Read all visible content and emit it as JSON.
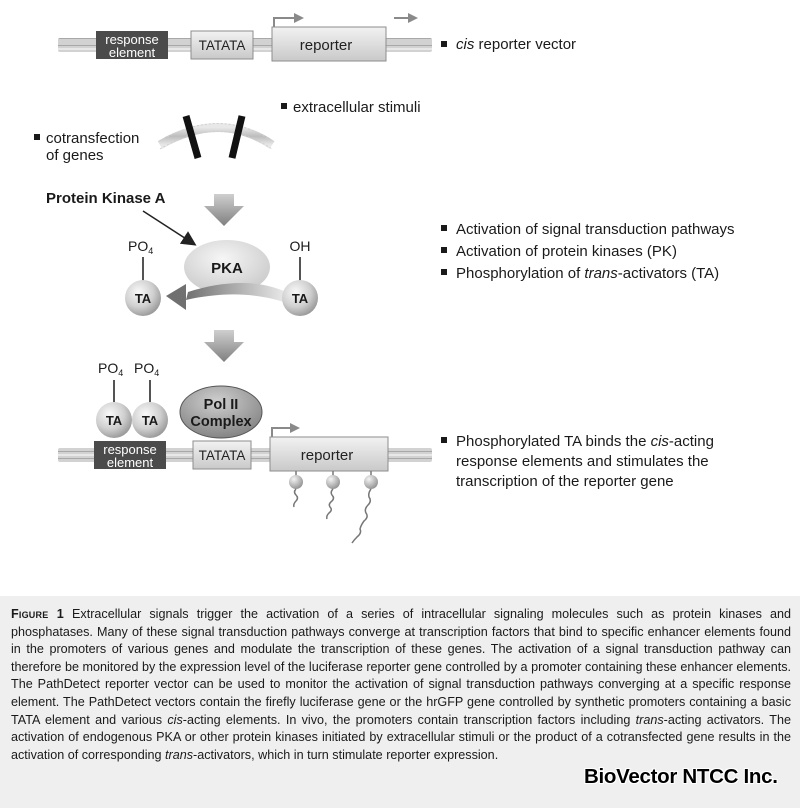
{
  "diagram": {
    "top_vector": {
      "response_element": [
        "response",
        "element"
      ],
      "tatata": "TATATA",
      "reporter": "reporter",
      "label_italic": "cis",
      "label_rest": " reporter vector"
    },
    "extracellular_stimuli": "extracellular stimuli",
    "cotransfection": [
      "cotransfection",
      "of genes"
    ],
    "protein_kinase_a": "Protein Kinase A",
    "pka": "PKA",
    "ta": "TA",
    "po4": "PO",
    "po4_sub": "4",
    "oh": "OH",
    "pol2": [
      "Pol II",
      "Complex"
    ],
    "bottom_vector": {
      "response_element": [
        "response",
        "element"
      ],
      "tatata": "TATATA",
      "reporter": "reporter"
    },
    "bullets_mid": [
      {
        "pre": "Activation of signal transduction pathways",
        "it": "",
        "post": ""
      },
      {
        "pre": "Activation of protein kinases (PK)",
        "it": "",
        "post": ""
      },
      {
        "pre": "Phosphorylation of ",
        "it": "trans",
        "post": "-activators (TA)"
      }
    ],
    "bullet_bottom": {
      "line1_pre": "Phosphorylated TA binds the ",
      "line1_it": "cis",
      "line1_post": "-acting",
      "line2": "response elements and stimulates the",
      "line3": "transcription of the reporter gene"
    }
  },
  "caption": {
    "label": "Figure 1",
    "s1": " Extracellular signals trigger the activation of a series of intracellular signaling molecules such as protein kinases and phosphatases. Many of these signal transduction pathways converge at transcription factors that bind to specific enhancer elements found in the promoters of various genes and modulate the transcription of these genes. The activation of a signal transduction pathway can therefore be monitored by the expression level of the luciferase reporter gene controlled by a promoter containing these enhancer elements. The PathDetect reporter vector can be used to monitor the activation of signal transduction pathways converging at a specific response element. The PathDetect vectors contain the firefly luciferase gene or the hrGFP gene controlled by synthetic promoters containing a basic TATA element and various ",
    "i1": "cis",
    "s2": "-acting elements. In vivo, the promoters contain transcription factors including ",
    "i2": "trans",
    "s3": "-acting activators. The activation of endogenous PKA or other protein kinases initiated by extracellular stimuli or the product of a cotransfected gene results in the activation of corresponding ",
    "i3": "trans",
    "s4": "-activators, which in turn stimulate reporter expression."
  },
  "watermark": "BioVector NTCC Inc."
}
